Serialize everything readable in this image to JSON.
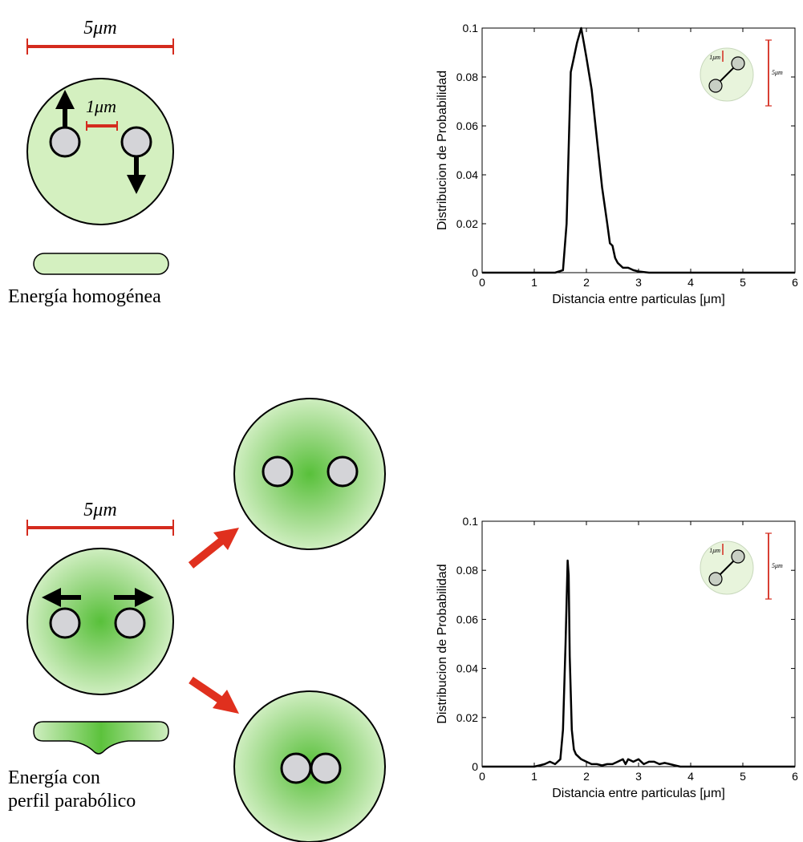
{
  "colors": {
    "scale_bar": "#d42b1e",
    "arrow_red": "#e0301e",
    "green_light": "#d4f0c0",
    "green_center": "#58c03a",
    "green_edge": "#cfeec0",
    "particle": "#d4d4d8",
    "curve": "#000000"
  },
  "top_panel": {
    "scale_label": "5μm",
    "gap_label": "1μm",
    "energy_label": "Energía homogénea"
  },
  "bottom_panel": {
    "scale_label": "5μm",
    "energy_label_line1": "Energía con",
    "energy_label_line2": "perfil parabólico"
  },
  "chart_data": [
    {
      "type": "line",
      "xlabel": "Distancia entre particulas [μm]",
      "ylabel": "Distribucion de Probabilidad",
      "xlim": [
        0,
        6
      ],
      "ylim": [
        0,
        0.1
      ],
      "xticks": [
        "0",
        "1",
        "2",
        "3",
        "4",
        "5",
        "6"
      ],
      "yticks": [
        "0",
        "0.02",
        "0.04",
        "0.06",
        "0.08",
        "0.1"
      ],
      "grid": false,
      "inset": {
        "small_label": "1μm",
        "big_label": "5μm"
      },
      "x": [
        0,
        1.4,
        1.55,
        1.62,
        1.7,
        1.75,
        1.82,
        1.9,
        1.95,
        2.0,
        2.1,
        2.2,
        2.3,
        2.4,
        2.45,
        2.5,
        2.55,
        2.6,
        2.7,
        2.8,
        2.9,
        3.0,
        3.2,
        6
      ],
      "y": [
        0,
        0,
        0.001,
        0.02,
        0.082,
        0.087,
        0.094,
        0.1,
        0.094,
        0.088,
        0.075,
        0.055,
        0.035,
        0.02,
        0.012,
        0.011,
        0.006,
        0.004,
        0.002,
        0.002,
        0.001,
        0.0005,
        0,
        0
      ]
    },
    {
      "type": "line",
      "xlabel": "Distancia entre particulas [μm]",
      "ylabel": "Distribucion de Probabilidad",
      "xlim": [
        0,
        6
      ],
      "ylim": [
        0,
        0.1
      ],
      "xticks": [
        "0",
        "1",
        "2",
        "3",
        "4",
        "5",
        "6"
      ],
      "yticks": [
        "0",
        "0.02",
        "0.04",
        "0.06",
        "0.08",
        "0.1"
      ],
      "grid": false,
      "inset": {
        "small_label": "1μm",
        "big_label": "5μm"
      },
      "x": [
        0,
        0.9,
        1.0,
        1.1,
        1.2,
        1.3,
        1.4,
        1.5,
        1.55,
        1.6,
        1.64,
        1.66,
        1.68,
        1.72,
        1.76,
        1.8,
        1.9,
        2.0,
        2.1,
        2.2,
        2.3,
        2.4,
        2.5,
        2.6,
        2.7,
        2.75,
        2.8,
        2.9,
        3.0,
        3.1,
        3.2,
        3.3,
        3.4,
        3.5,
        3.6,
        3.7,
        3.8,
        4.0,
        6
      ],
      "y": [
        0,
        0,
        0,
        0.0005,
        0.001,
        0.002,
        0.001,
        0.003,
        0.015,
        0.05,
        0.084,
        0.078,
        0.045,
        0.015,
        0.007,
        0.005,
        0.003,
        0.002,
        0.001,
        0.001,
        0.0005,
        0.001,
        0.001,
        0.002,
        0.003,
        0.001,
        0.003,
        0.002,
        0.003,
        0.001,
        0.002,
        0.002,
        0.001,
        0.0015,
        0.001,
        0.0005,
        0,
        0,
        0
      ]
    }
  ]
}
